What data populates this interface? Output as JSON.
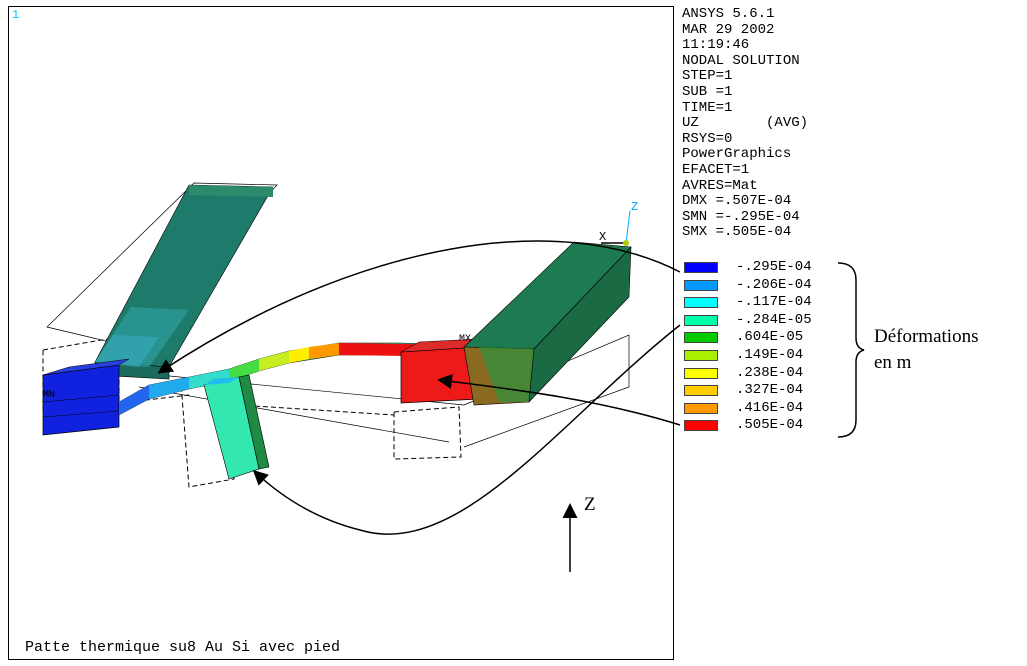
{
  "viewport": {
    "number": "1",
    "title": "Patte thermique su8 Au Si avec pied"
  },
  "info_lines": [
    "ANSYS 5.6.1",
    "MAR 29 2002",
    "11:19:46",
    "NODAL SOLUTION",
    "STEP=1",
    "SUB =1",
    "TIME=1",
    "UZ        (AVG)",
    "RSYS=0",
    "PowerGraphics",
    "EFACET=1",
    "AVRES=Mat",
    "DMX =.507E-04",
    "SMN =-.295E-04",
    "SMX =.505E-04"
  ],
  "legend": [
    {
      "value": "-.295E-04",
      "color": "#0000ff"
    },
    {
      "value": "-.206E-04",
      "color": "#0099ff"
    },
    {
      "value": "-.117E-04",
      "color": "#00ffff"
    },
    {
      "value": "-.284E-05",
      "color": "#00ffaa"
    },
    {
      "value": ".604E-05",
      "color": "#00cc00"
    },
    {
      "value": ".149E-04",
      "color": "#aaee00"
    },
    {
      "value": ".238E-04",
      "color": "#ffff00"
    },
    {
      "value": ".327E-04",
      "color": "#ffcc00"
    },
    {
      "value": ".416E-04",
      "color": "#ff9900"
    },
    {
      "value": ".505E-04",
      "color": "#ff0000"
    }
  ],
  "annotations": {
    "deformation_line1": "Déformations",
    "deformation_line2": "en m",
    "z_arrow_label": "Z"
  },
  "model_labels": {
    "mn": "MN",
    "mx": "MX",
    "triad_x": "X",
    "triad_z": "Z"
  }
}
